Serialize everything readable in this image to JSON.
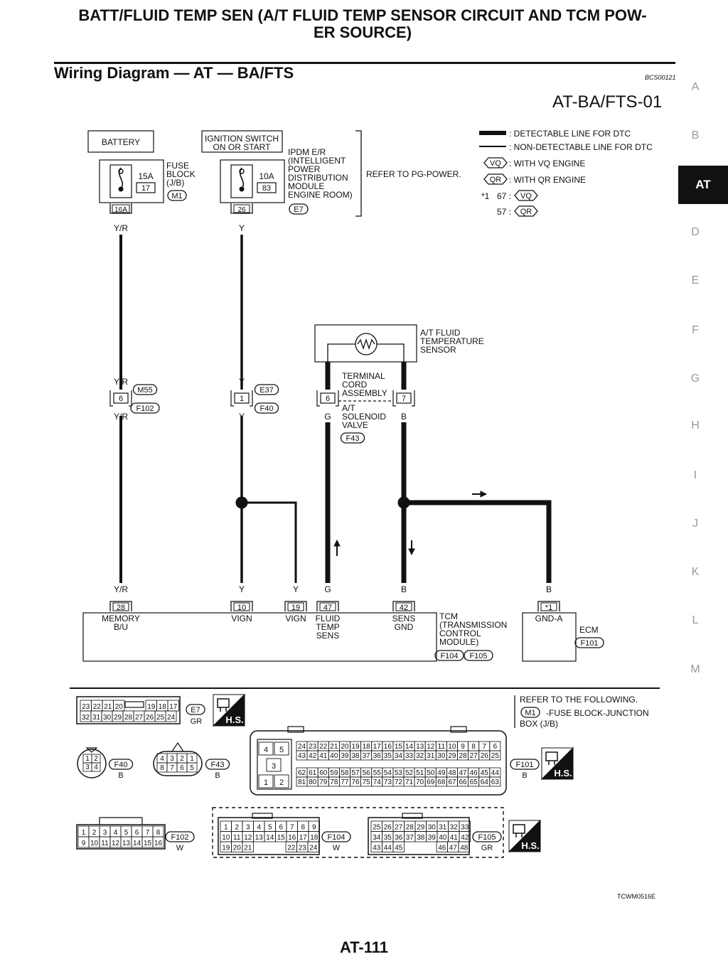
{
  "header": {
    "title_line1": "BATT/FLUID TEMP SEN (A/T FLUID TEMP SENSOR CIRCUIT AND TCM POW-",
    "title_line2": "ER SOURCE)",
    "subtitle": "Wiring Diagram — AT — BA/FTS",
    "code": "BCS00121",
    "diagram_id": "AT-BA/FTS-01"
  },
  "side_index": [
    "A",
    "B",
    "AT",
    "D",
    "E",
    "F",
    "G",
    "H",
    "I",
    "J",
    "K",
    "L",
    "M"
  ],
  "side_active": "AT",
  "legend": {
    "detectable": ": DETECTABLE LINE FOR DTC",
    "non_detectable": ": NON-DETECTABLE LINE FOR DTC",
    "vq_tag": "VQ",
    "vq_text": ": WITH VQ ENGINE",
    "qr_tag": "QR",
    "qr_text": ": WITH QR ENGINE",
    "star1": "*1",
    "n67": "67 :",
    "n57": "57 :"
  },
  "battery": {
    "label": "BATTERY",
    "fuse_amp": "15A",
    "fuse_num": "17",
    "fuse_block_lines": [
      "FUSE",
      "BLOCK",
      "(J/B)"
    ],
    "fuse_conn": "M1",
    "terminal": "16A",
    "wire": "Y/R"
  },
  "ignition": {
    "label_lines": [
      "IGNITION SWITCH",
      "ON OR START"
    ],
    "fuse_amp": "10A",
    "fuse_num": "83",
    "ipdm_lines": [
      "IPDM E/R",
      "(INTELLIGENT",
      "POWER",
      "DISTRIBUTION",
      "MODULE",
      "ENGINE ROOM)"
    ],
    "conn": "E7",
    "terminal": "26",
    "wire": "Y",
    "refer": "REFER TO PG-POWER."
  },
  "sensor": {
    "label_lines": [
      "A/T FLUID",
      "TEMPERATURE",
      "SENSOR"
    ],
    "cord_lines": [
      "TERMINAL",
      "CORD",
      "ASSEMBLY"
    ],
    "valve_lines": [
      "A/T",
      "SOLENOID",
      "VALVE"
    ],
    "conn": "F43",
    "t6": "6",
    "t7": "7",
    "wire_g": "G",
    "wire_b": "B"
  },
  "mid": {
    "yr1": "Y/R",
    "m55": "M55",
    "t6": "6",
    "f102": "F102",
    "yr2": "Y/R",
    "y1": "Y",
    "e37": "E37",
    "t1": "1",
    "f40": "F40",
    "y2": "Y"
  },
  "tcm": {
    "wires": [
      "Y/R",
      "Y",
      "Y",
      "G",
      "B"
    ],
    "terms": [
      "28",
      "10",
      "19",
      "47",
      "42"
    ],
    "names": [
      [
        "MEMORY",
        "B/U"
      ],
      [
        "VIGN"
      ],
      [
        "VIGN"
      ],
      [
        "FLUID",
        "TEMP",
        "SENS"
      ],
      [
        "SENS",
        "GND"
      ]
    ],
    "label_lines": [
      "TCM",
      "(TRANSMISSION",
      "CONTROL",
      "MODULE)"
    ],
    "conn1": "F104",
    "conn2": "F105",
    "comma": ","
  },
  "ecm": {
    "wire": "B",
    "term": "*1",
    "name": "GND-A",
    "label": "ECM",
    "conn": "F101"
  },
  "connectors": {
    "e7": {
      "row1": [
        "23",
        "22",
        "21",
        "20",
        "",
        "19",
        "18",
        "17"
      ],
      "row2": [
        "32",
        "31",
        "30",
        "29",
        "28",
        "27",
        "26",
        "25",
        "24"
      ],
      "tag": "E7",
      "color": "GR"
    },
    "hs": "H.S.",
    "refer_lines": [
      "REFER TO THE FOLLOWING.",
      "-FUSE BLOCK-JUNCTION",
      "BOX (J/B)"
    ],
    "refer_conn": "M1",
    "f40": {
      "pins": [
        "1",
        "2",
        "3",
        "4"
      ],
      "tag": "F40",
      "color": "B"
    },
    "f43": {
      "pins": [
        "4",
        "3",
        "2",
        "1",
        "8",
        "7",
        "6",
        "5"
      ],
      "tag": "F43",
      "color": "B"
    },
    "f101": {
      "left": [
        "4",
        "5",
        "3",
        "1",
        "2"
      ],
      "r1": [
        "24",
        "23",
        "22",
        "21",
        "20",
        "19",
        "18",
        "17",
        "16",
        "15",
        "14",
        "13",
        "12",
        "11",
        "10",
        "9",
        "8",
        "7",
        "6"
      ],
      "r2": [
        "43",
        "42",
        "41",
        "40",
        "39",
        "38",
        "37",
        "36",
        "35",
        "34",
        "33",
        "32",
        "31",
        "30",
        "29",
        "28",
        "27",
        "26",
        "25"
      ],
      "r3": [
        "62",
        "61",
        "60",
        "59",
        "58",
        "57",
        "56",
        "55",
        "54",
        "53",
        "52",
        "51",
        "50",
        "49",
        "48",
        "47",
        "46",
        "45",
        "44"
      ],
      "r4": [
        "81",
        "80",
        "79",
        "78",
        "77",
        "76",
        "75",
        "74",
        "73",
        "72",
        "71",
        "70",
        "69",
        "68",
        "67",
        "66",
        "65",
        "64",
        "63"
      ],
      "tag": "F101",
      "color": "B"
    },
    "f102": {
      "r1": [
        "1",
        "2",
        "3",
        "4",
        "5",
        "6",
        "7",
        "8"
      ],
      "r2": [
        "9",
        "10",
        "11",
        "12",
        "13",
        "14",
        "15",
        "16"
      ],
      "tag": "F102",
      "color": "W"
    },
    "f104": {
      "r1": [
        "1",
        "2",
        "3",
        "4",
        "5",
        "6",
        "7",
        "8",
        "9"
      ],
      "r2": [
        "10",
        "11",
        "12",
        "13",
        "14",
        "15",
        "16",
        "17",
        "18"
      ],
      "r3": [
        "19",
        "20",
        "21",
        "",
        "22",
        "23",
        "24"
      ],
      "tag": "F104",
      "color": "W"
    },
    "f105": {
      "r1": [
        "25",
        "26",
        "27",
        "28",
        "29",
        "30",
        "31",
        "32",
        "33"
      ],
      "r2": [
        "34",
        "35",
        "36",
        "37",
        "38",
        "39",
        "40",
        "41",
        "42"
      ],
      "r3": [
        "43",
        "44",
        "45",
        "",
        "",
        "",
        "46",
        "47",
        "48"
      ],
      "tag": "F105",
      "color": "GR"
    }
  },
  "footer": {
    "ref": "TCWM0516E",
    "page": "AT-111"
  }
}
